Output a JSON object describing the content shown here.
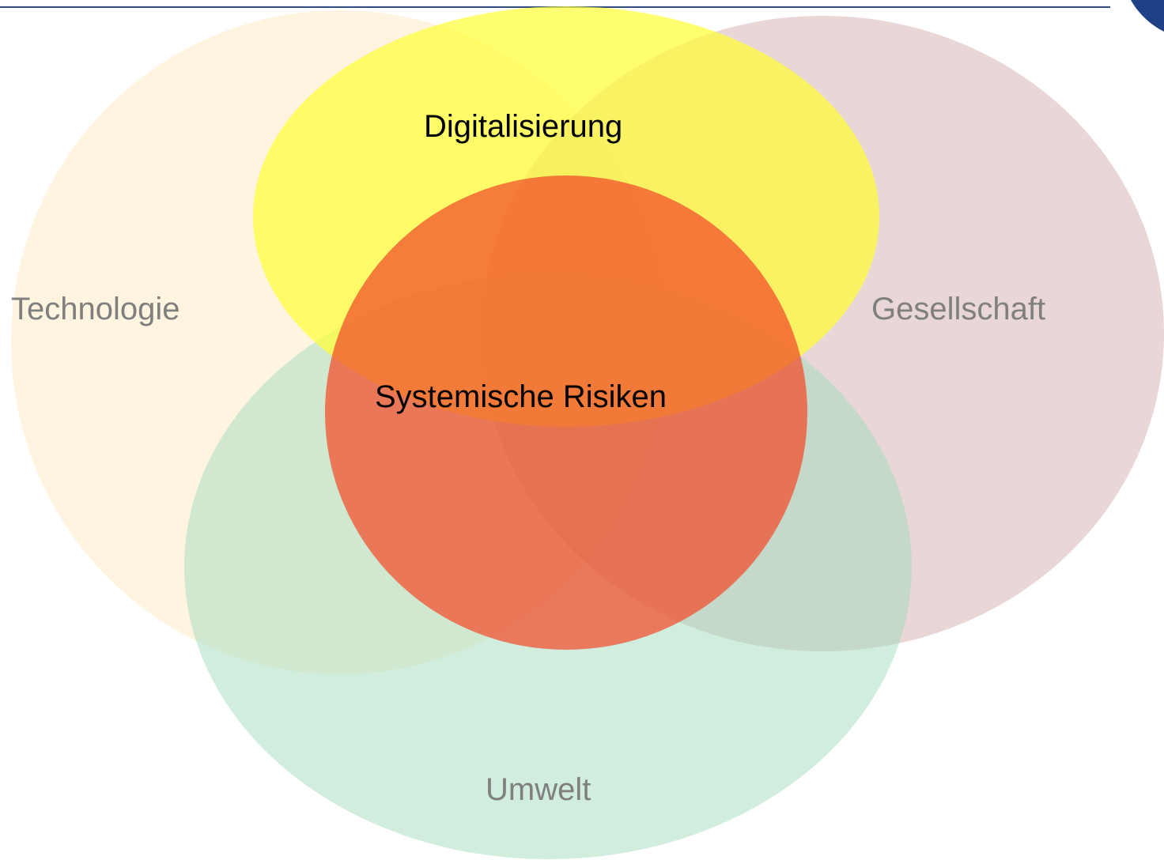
{
  "diagram": {
    "type": "venn",
    "sets": [
      {
        "id": "technologie",
        "label": "Technologie",
        "color": "#fdf1d8"
      },
      {
        "id": "gesellschaft",
        "label": "Gesellschaft",
        "color": "#d9b9b9"
      },
      {
        "id": "umwelt",
        "label": "Umwelt",
        "color": "#a7e0c2"
      },
      {
        "id": "digitalisierung",
        "label": "Digitalisierung",
        "color": "#ffff40"
      },
      {
        "id": "systemische-risiken",
        "label": "Systemische Risiken",
        "color": "#f44a2b"
      }
    ],
    "text_colors": {
      "outer": "#7f7f7f",
      "inner": "#000000"
    },
    "accent_rule_color": "#2e4a7e",
    "corner_logo": "blue-arc-logo"
  }
}
